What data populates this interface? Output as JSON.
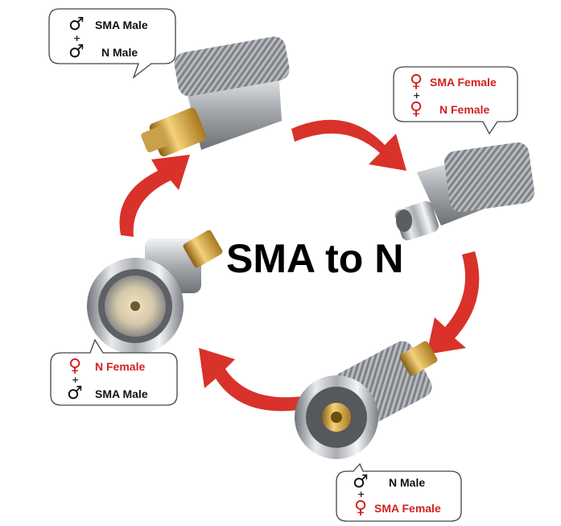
{
  "title": "SMA to N",
  "colors": {
    "arrow": "#d8322a",
    "male": "#111111",
    "female": "#d42020",
    "metal": "#b9bcc0",
    "gold": "#d9a73a"
  },
  "callouts": {
    "top_left": {
      "line1": {
        "symbol": "♂",
        "label": "SMA Male"
      },
      "plus": "+",
      "line2": {
        "symbol": "♂",
        "label": "N Male"
      }
    },
    "top_right": {
      "line1": {
        "symbol": "♀",
        "label": "SMA Female"
      },
      "plus": "+",
      "line2": {
        "symbol": "♀",
        "label": "N Female"
      }
    },
    "bottom_left": {
      "line1": {
        "symbol": "♀",
        "label": "N Female"
      },
      "plus": "+",
      "line2": {
        "symbol": "♂",
        "label": "SMA Male"
      }
    },
    "bottom_right": {
      "line1": {
        "symbol": "♂",
        "label": "N Male"
      },
      "plus": "+",
      "line2": {
        "symbol": "♀",
        "label": "SMA Female"
      }
    }
  },
  "icons": [
    "male-symbol-icon",
    "female-symbol-icon",
    "curved-arrow-icon",
    "connector-image"
  ]
}
